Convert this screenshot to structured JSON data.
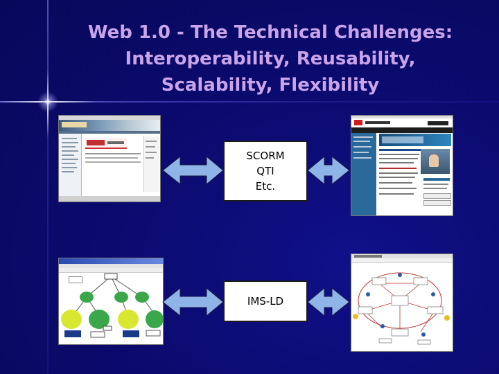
{
  "title": {
    "line1": "Web 1.0 - The Technical Challenges:",
    "line2": "Interoperability, Reusability,",
    "line3": "Scalability, Flexibility"
  },
  "boxes": {
    "standards_top": [
      "SCORM",
      "QTI",
      "Etc."
    ],
    "standards_bottom": "IMS-LD"
  },
  "colors": {
    "background": "#0b0b6e",
    "title": "#c9a4ea",
    "arrow_fill": "#8fb4e8"
  }
}
